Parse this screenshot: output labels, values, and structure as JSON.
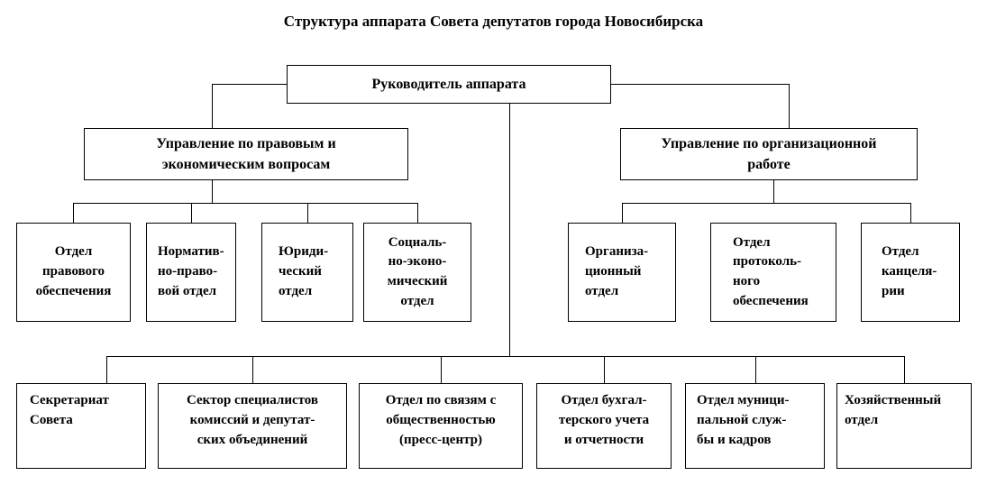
{
  "title": "Структура аппарата Совета депутатов города Новосибирска",
  "nodes": {
    "root": "Руководитель аппарата",
    "left_mgmt": "Управление по правовым и\nэкономическим вопросам",
    "right_mgmt": "Управление по организационной\nработе"
  },
  "left_children": [
    {
      "label": "Отдел\nправового\nобеспечения"
    },
    {
      "label": "Норматив-\nно-право-\nвой отдел"
    },
    {
      "label": "Юриди-\nческий\nотдел"
    },
    {
      "label": "Социаль-\nно-эконо-\nмический\nотдел"
    }
  ],
  "right_children": [
    {
      "label": "Организа-\nционный\nотдел"
    },
    {
      "label": "Отдел\nпротоколь-\nного\nобеспечения"
    },
    {
      "label": "Отдел\nканцеля-\nрии"
    }
  ],
  "bottom_children": [
    {
      "label": "Секретариат\nСовета"
    },
    {
      "label": "Сектор специалистов\nкомиссий и депутат-\nских объединений"
    },
    {
      "label": "Отдел по связям с\nобщественностью\n(пресс-центр)"
    },
    {
      "label": "Отдел бухгал-\nтерского учета\nи отчетности"
    },
    {
      "label": "Отдел муници-\nпальной служ-\nбы и кадров"
    },
    {
      "label": "Хозяйственный\nотдел"
    }
  ],
  "colors": {
    "background": "#ffffff",
    "line": "#000000",
    "box_border": "#000000",
    "text": "#000000"
  }
}
